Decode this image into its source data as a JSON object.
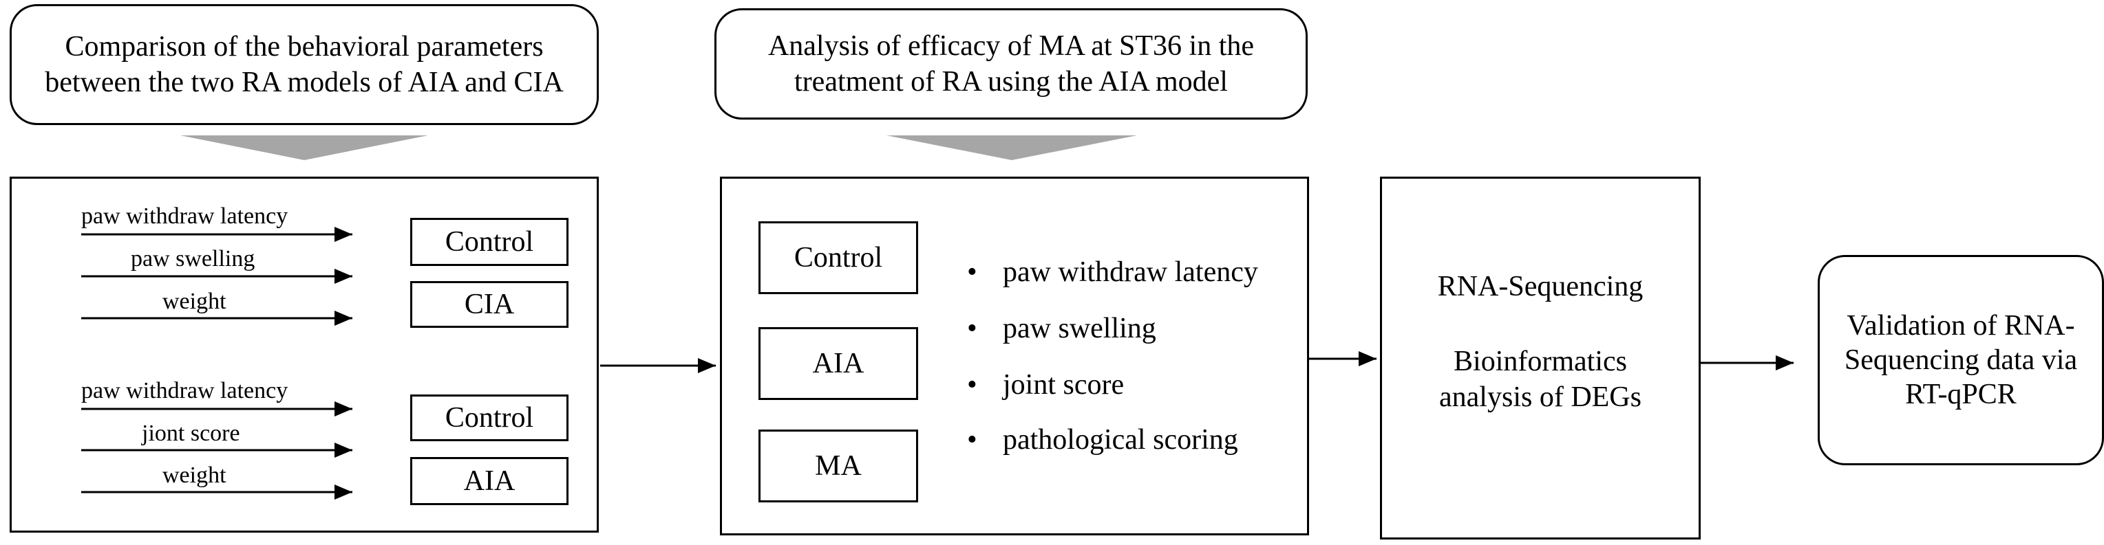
{
  "top_boxes": {
    "left": "Comparison of the behavioral parameters between the two RA models of AIA and CIA",
    "middle": "Analysis of efficacy of MA at ST36 in the treatment of RA using the AIA model"
  },
  "left_panel": {
    "group1": {
      "params": [
        "paw withdraw latency",
        "paw swelling",
        "weight"
      ],
      "groups": [
        "Control",
        "CIA"
      ]
    },
    "group2": {
      "params": [
        "paw withdraw latency",
        "jiont score",
        "weight"
      ],
      "groups": [
        "Control",
        "AIA"
      ]
    }
  },
  "middle_panel": {
    "groups": [
      "Control",
      "AIA",
      "MA"
    ],
    "bullet": "•",
    "bullets": [
      "paw withdraw latency",
      "paw swelling",
      "joint score",
      "pathological scoring"
    ]
  },
  "rna_panel": {
    "line1": "RNA-Sequencing",
    "line2": "Bioinformatics analysis of DEGs"
  },
  "validation": "Validation of RNA-Sequencing data via RT-qPCR",
  "colors": {
    "stroke": "#000000",
    "chevron": "#a6a6a6"
  }
}
